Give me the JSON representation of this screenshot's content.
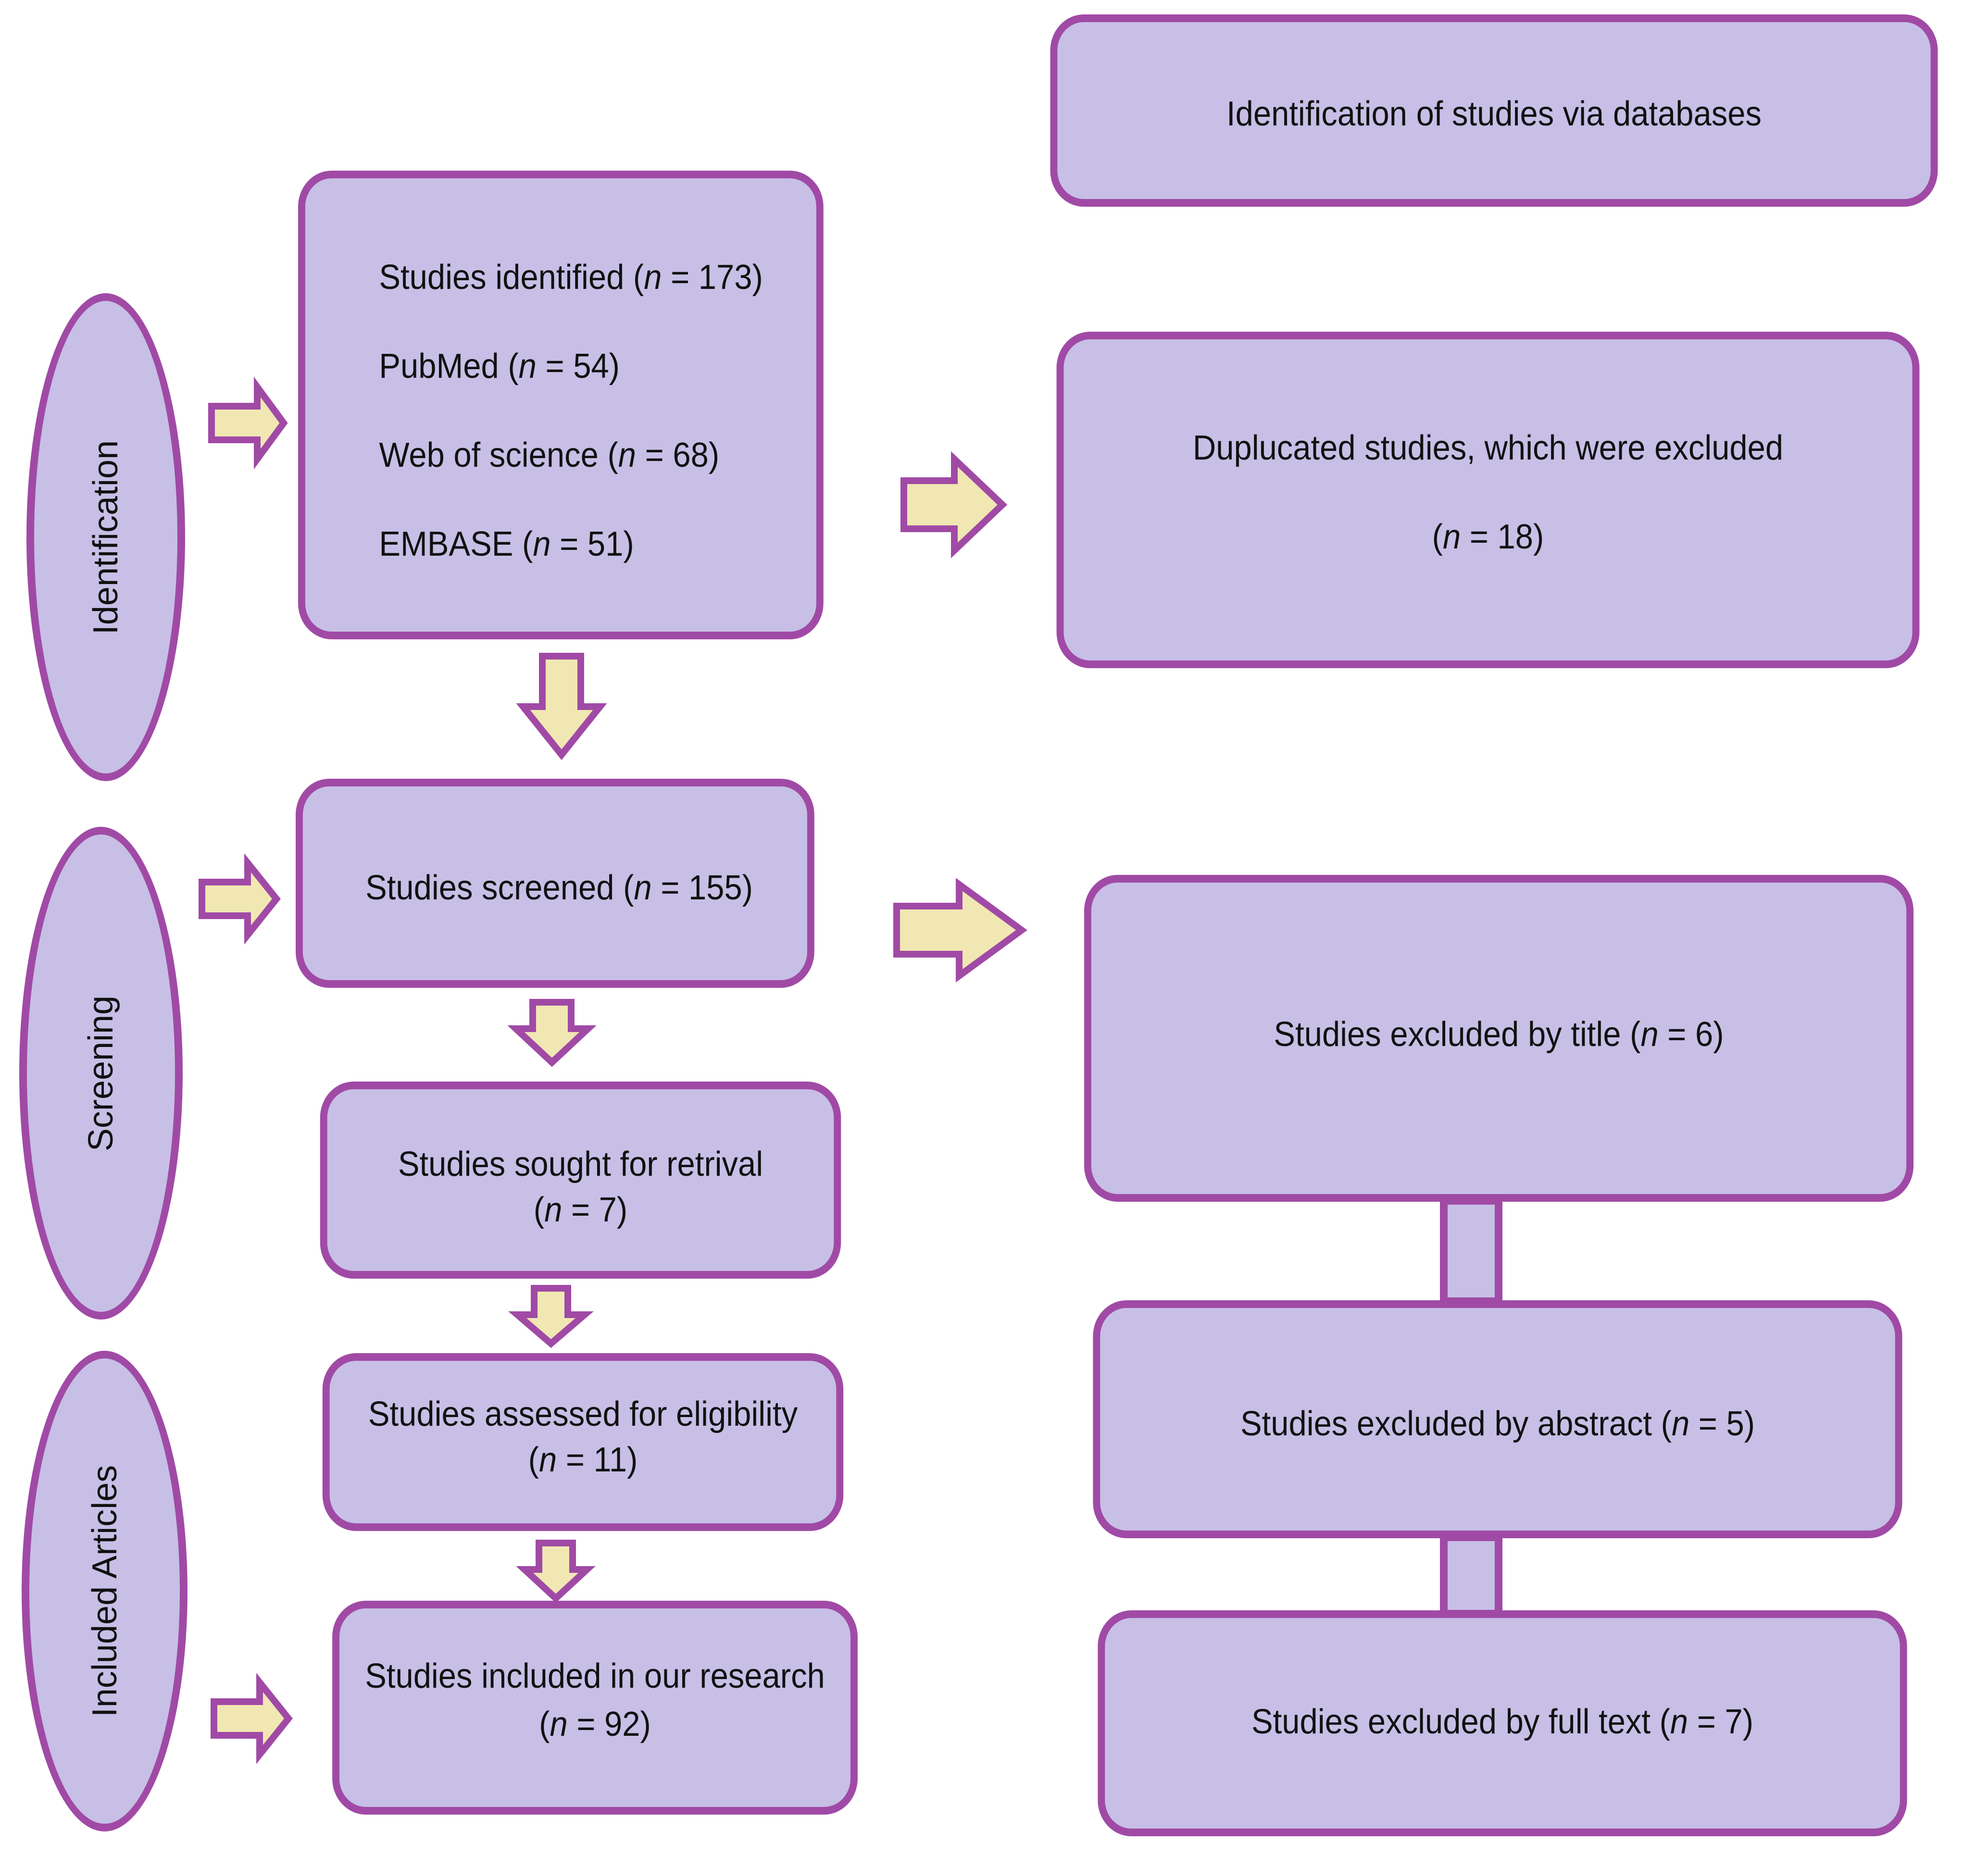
{
  "title": "Identification of studies via databases",
  "phases": {
    "identification": "Identification",
    "screening": "Screening",
    "included": "Included Articles"
  },
  "identified": {
    "total_label": "Studies identified (",
    "total_n": "n",
    "total_val": " = 173)",
    "pubmed_label": "PubMed (",
    "pubmed_n": "n",
    "pubmed_val": " = 54)",
    "wos_label": "Web of science (",
    "wos_n": "n",
    "wos_val": " = 68)",
    "embase_label": "EMBASE (",
    "embase_n": "n",
    "embase_val": " = 51)"
  },
  "duplicates": {
    "label": "Duplucated studies, which were excluded",
    "count_open": "(",
    "count_n": "n",
    "count_val": " = 18)"
  },
  "screened": {
    "label": "Studies screened (",
    "n": "n",
    "val": " = 155)"
  },
  "sought": {
    "label": "Studies sought for retrival",
    "open": "(",
    "n": "n",
    "val": " = 7)"
  },
  "assessed": {
    "label": "Studies assessed for eligibility",
    "open": "(",
    "n": "n",
    "val": " = 11)"
  },
  "included_box": {
    "label": "Studies included in our research",
    "open": "(",
    "n": "n",
    "val": " = 92)"
  },
  "excl_title": {
    "label": "Studies excluded by title (",
    "n": "n",
    "val": " = 6)"
  },
  "excl_abstract": {
    "label": "Studies excluded by abstract (",
    "n": "n",
    "val": " = 5)"
  },
  "excl_fulltext": {
    "label": "Studies excluded by full text (",
    "n": "n",
    "val": " = 7)"
  },
  "colors": {
    "box_fill": "#c7bfe6",
    "box_border": "#a04aa6",
    "arrow_fill": "#f1e7b3",
    "arrow_border": "#a04aa6"
  }
}
